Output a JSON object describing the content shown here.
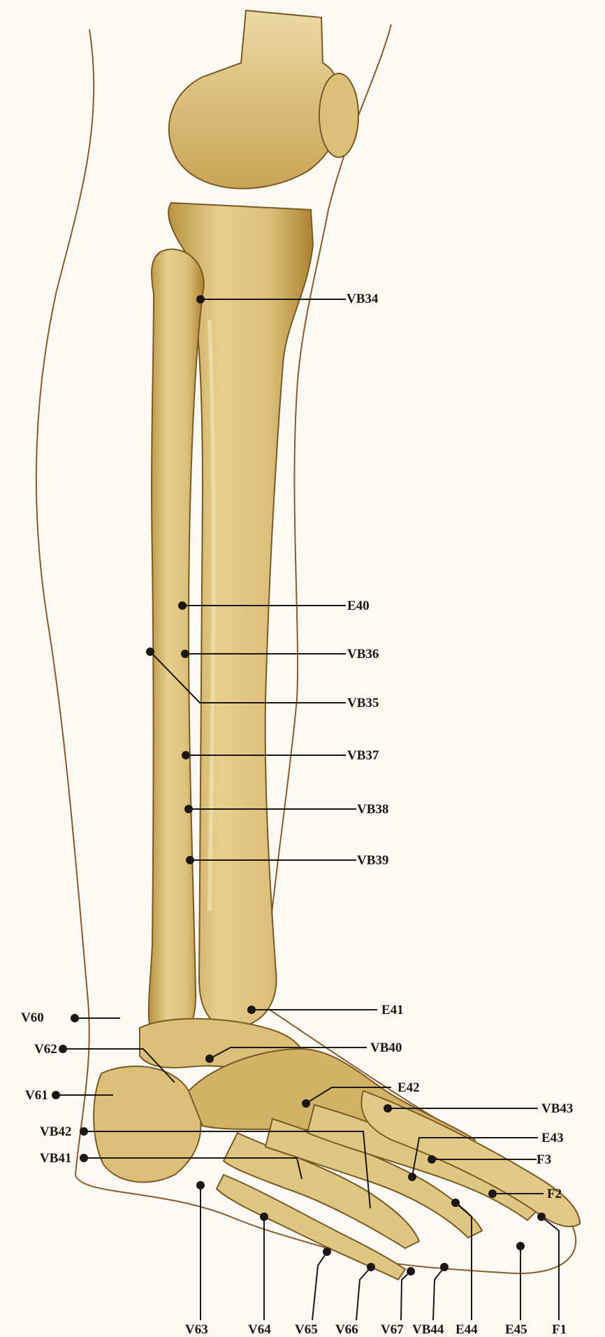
{
  "points": {
    "VB34": "VB34",
    "E40": "E40",
    "VB36": "VB36",
    "VB35": "VB35",
    "VB37": "VB37",
    "VB38": "VB38",
    "VB39": "VB39",
    "V60": "V60",
    "E41": "E41",
    "V62": "V62",
    "VB40": "VB40",
    "V61": "V61",
    "E42": "E42",
    "VB43": "VB43",
    "VB42": "VB42",
    "E43": "E43",
    "VB41": "VB41",
    "F3": "F3",
    "F2": "F2",
    "V63": "V63",
    "V64": "V64",
    "V65": "V65",
    "V66": "V66",
    "V67": "V67",
    "VB44": "VB44",
    "E44": "E44",
    "E45": "E45",
    "F1": "F1"
  },
  "colors": {
    "bone": "#dcc07a",
    "bone_light": "#ecd9a4",
    "bone_shadow": "#b8933f",
    "outline": "#7a5a22",
    "skin": "#8a5a2b",
    "leader": "#1c1712",
    "point": "#1c1712"
  }
}
